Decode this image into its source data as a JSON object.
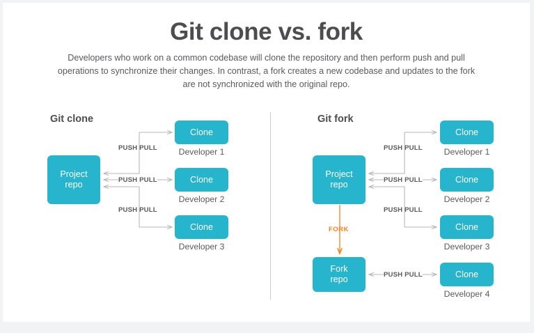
{
  "page": {
    "title": "Git clone vs. fork",
    "subtitle": "Developers who work on a common codebase will clone the repository and then perform push and pull operations to synchronize their changes. In contrast, a fork creates a new codebase and updates to the fork are not synchronized with the original repo.",
    "background_color": "#f2f3f4",
    "card_color": "#ffffff"
  },
  "colors": {
    "box_teal": "#27b4cd",
    "arrow_gray": "#b6b8ba",
    "fork_orange": "#f5821f",
    "heading_gray": "#4d4d4f",
    "body_gray": "#58595b",
    "divider_gray": "#c9cbcd"
  },
  "clone_panel": {
    "heading": "Git clone",
    "repo": {
      "line1": "Project",
      "line2": "repo"
    },
    "connections": [
      {
        "label": "PUSH PULL",
        "target": "Clone",
        "developer": "Developer 1"
      },
      {
        "label": "PUSH PULL",
        "target": "Clone",
        "developer": "Developer 2"
      },
      {
        "label": "PUSH PULL",
        "target": "Clone",
        "developer": "Developer 3"
      }
    ]
  },
  "fork_panel": {
    "heading": "Git fork",
    "repo": {
      "line1": "Project",
      "line2": "repo"
    },
    "fork_repo": {
      "line1": "Fork",
      "line2": "repo"
    },
    "fork_edge_label": "FORK",
    "connections": [
      {
        "label": "PUSH PULL",
        "target": "Clone",
        "developer": "Developer 1"
      },
      {
        "label": "PUSH PULL",
        "target": "Clone",
        "developer": "Developer 2"
      },
      {
        "label": "PUSH PULL",
        "target": "Clone",
        "developer": "Developer 3"
      },
      {
        "label": "PUSH PULL",
        "target": "Clone",
        "developer": "Developer 4"
      }
    ]
  }
}
